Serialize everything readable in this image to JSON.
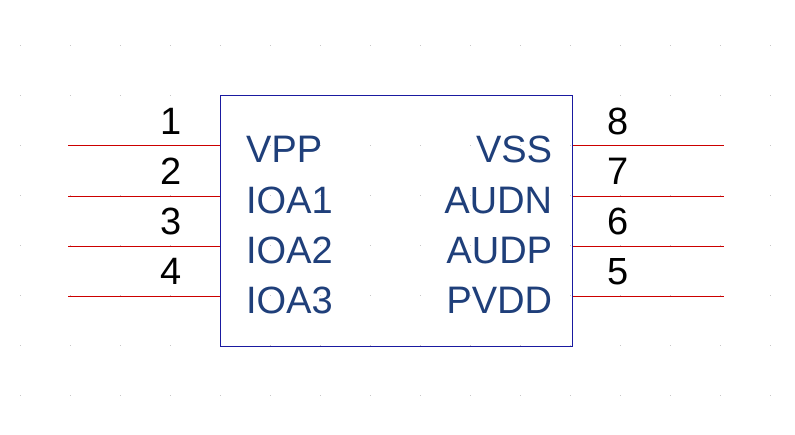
{
  "component": {
    "body_color": "#1a1aa0",
    "pin_line_color": "#cc0000",
    "label_color": "#1f3f7a",
    "grid_dot_color": "#c8c8c8",
    "left_pins": [
      {
        "number": "1",
        "name": "VPP"
      },
      {
        "number": "2",
        "name": "IOA1"
      },
      {
        "number": "3",
        "name": "IOA2"
      },
      {
        "number": "4",
        "name": "IOA3"
      }
    ],
    "right_pins": [
      {
        "number": "8",
        "name": "VSS"
      },
      {
        "number": "7",
        "name": "AUDN"
      },
      {
        "number": "6",
        "name": "AUDP"
      },
      {
        "number": "5",
        "name": "PVDD"
      }
    ]
  }
}
